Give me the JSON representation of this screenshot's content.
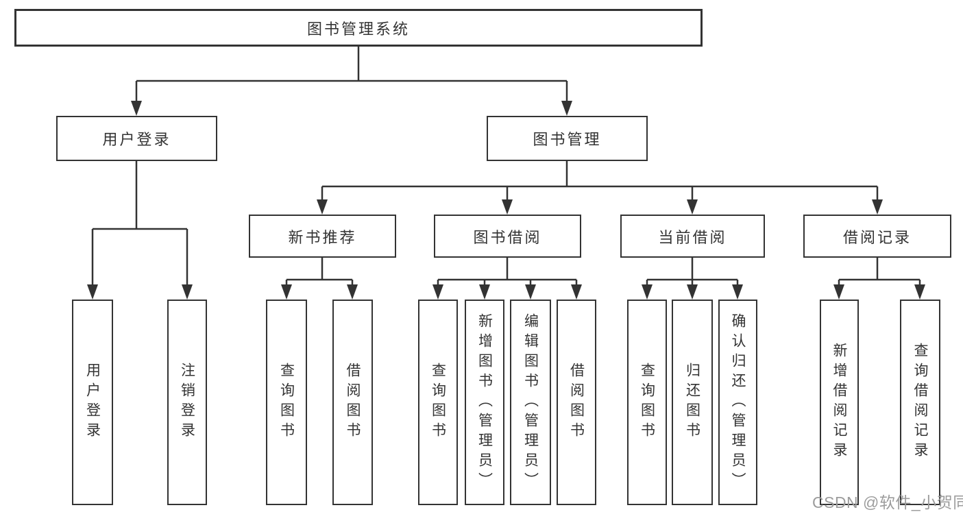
{
  "colors": {
    "line": "#333333",
    "text": "#333333",
    "box_fill": "#ffffff",
    "watermark_text": "#9c9c9c",
    "background": "#ffffff"
  },
  "diagram": {
    "type": "hierarchy-tree",
    "root": {
      "label": "图书管理系统"
    },
    "level2": [
      {
        "label": "用户登录",
        "parent": "图书管理系统"
      },
      {
        "label": "图书管理",
        "parent": "图书管理系统"
      }
    ],
    "level3": [
      {
        "label": "新书推荐",
        "parent": "图书管理"
      },
      {
        "label": "图书借阅",
        "parent": "图书管理"
      },
      {
        "label": "当前借阅",
        "parent": "图书管理"
      },
      {
        "label": "借阅记录",
        "parent": "图书管理"
      }
    ],
    "leaves": [
      {
        "label": "用户登录",
        "parent": "用户登录"
      },
      {
        "label": "注销登录",
        "parent": "用户登录"
      },
      {
        "label": "查询图书",
        "parent": "新书推荐"
      },
      {
        "label": "借阅图书",
        "parent": "新书推荐"
      },
      {
        "label": "查询图书",
        "parent": "图书借阅"
      },
      {
        "label": "新增图书（管理员）",
        "parent": "图书借阅"
      },
      {
        "label": "编辑图书（管理员）",
        "parent": "图书借阅"
      },
      {
        "label": "借阅图书",
        "parent": "图书借阅"
      },
      {
        "label": "查询图书",
        "parent": "当前借阅"
      },
      {
        "label": "归还图书",
        "parent": "当前借阅"
      },
      {
        "label": "确认归还（管理员）",
        "parent": "当前借阅"
      },
      {
        "label": "新增借阅记录",
        "parent": "借阅记录"
      },
      {
        "label": "查询借阅记录",
        "parent": "借阅记录"
      }
    ]
  },
  "watermark": {
    "text": "CSDN @软件_小贺同学"
  }
}
